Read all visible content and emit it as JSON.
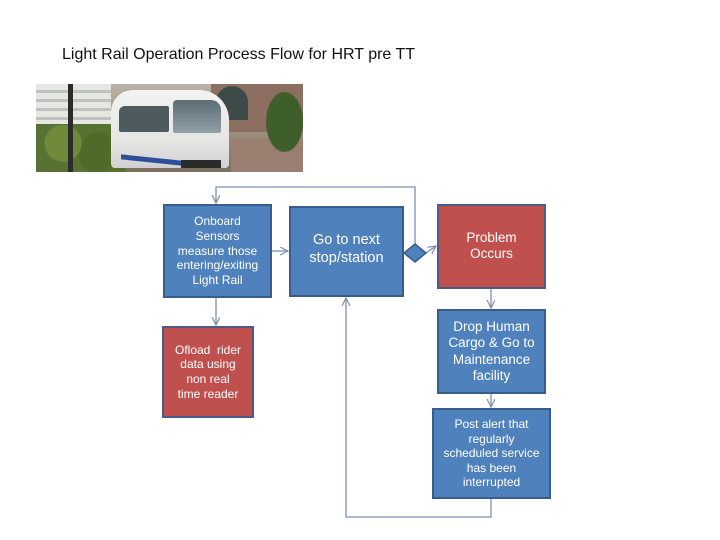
{
  "slide": {
    "title": "Light Rail Operation Process Flow for HRT pre TT",
    "image": {
      "description": "Photo of white light rail tram with blue stripe in urban setting",
      "icon": "light-rail-photo"
    }
  },
  "colors": {
    "process_blue": "#4f81bd",
    "process_blue_border": "#385d8a",
    "problem_red": "#c0504d",
    "connector": "#7f8fae",
    "text_on_box": "#ffffff"
  },
  "nodes": {
    "onboard_sensors": {
      "label": "Onboard Sensors measure those entering/exiting Light Rail",
      "lines": [
        "Onboard",
        "Sensors",
        "measure those",
        "entering/exiting",
        "Light Rail"
      ],
      "color": "blue"
    },
    "go_next_stop": {
      "label": "Go to next stop/station",
      "lines": [
        "Go to next",
        "stop/station"
      ],
      "color": "blue"
    },
    "problem_occurs": {
      "label": "Problem Occurs",
      "lines": [
        "Problem",
        "Occurs"
      ],
      "color": "red"
    },
    "offload_data": {
      "label": "Ofload rider data using non real time reader",
      "lines": [
        "Ofload  rider",
        "data using",
        "non real",
        "time reader"
      ],
      "color": "red"
    },
    "drop_cargo": {
      "label": "Drop Human Cargo & Go to Maintenance facility",
      "lines": [
        "Drop Human",
        "Cargo & Go to",
        "Maintenance",
        "facility"
      ],
      "color": "blue"
    },
    "post_alert": {
      "label": "Post alert that regularly scheduled service has been interrupted",
      "lines": [
        "Post alert that",
        "regularly",
        "scheduled service",
        "has been",
        "interrupted"
      ],
      "color": "blue"
    },
    "decision": {
      "label": "",
      "shape": "diamond",
      "color": "blue"
    }
  },
  "edges": [
    {
      "from": "onboard_sensors",
      "to": "go_next_stop"
    },
    {
      "from": "onboard_sensors",
      "to": "offload_data"
    },
    {
      "from": "go_next_stop",
      "to": "decision"
    },
    {
      "from": "decision",
      "to": "problem_occurs"
    },
    {
      "from": "decision",
      "to": "onboard_sensors",
      "route": "loop over top"
    },
    {
      "from": "problem_occurs",
      "to": "drop_cargo"
    },
    {
      "from": "drop_cargo",
      "to": "post_alert"
    },
    {
      "from": "post_alert",
      "to": "go_next_stop",
      "route": "loop along bottom"
    }
  ]
}
